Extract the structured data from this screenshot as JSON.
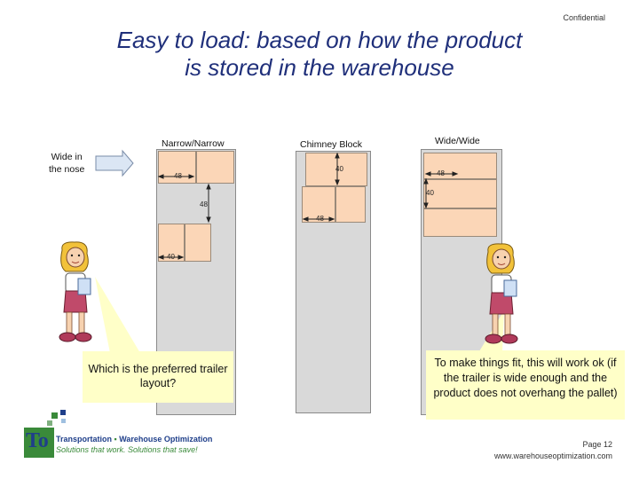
{
  "confidential": "Confidential",
  "title_line1": "Easy to load:  based on how the product",
  "title_line2": "is stored in the warehouse",
  "nose_label_line1": "Wide in",
  "nose_label_line2": "the nose",
  "layouts": {
    "narrow_narrow": "Narrow/Narrow",
    "chimney_block": "Chimney Block",
    "wide_wide": "Wide/Wide"
  },
  "dims": {
    "d48": "48",
    "d40": "40"
  },
  "bubble_left": "Which is the preferred trailer layout?",
  "bubble_right": "To make things fit, this will work ok (if the trailer is wide enough and the product does not overhang the pallet)",
  "logo": {
    "mark": "To",
    "line1_a": "Transportation",
    "line1_b": "Warehouse Optimization",
    "tagline": "Solutions that work. Solutions that save!"
  },
  "page": "Page 12",
  "website": "www.warehouseoptimization.com",
  "colors": {
    "title": "#1f2f7a",
    "pallet": "#fbd6b7",
    "trailer": "#d9d9d9",
    "bubble": "#ffffc8",
    "logo_green": "#3a8a3a",
    "logo_blue": "#1f3f8a"
  }
}
